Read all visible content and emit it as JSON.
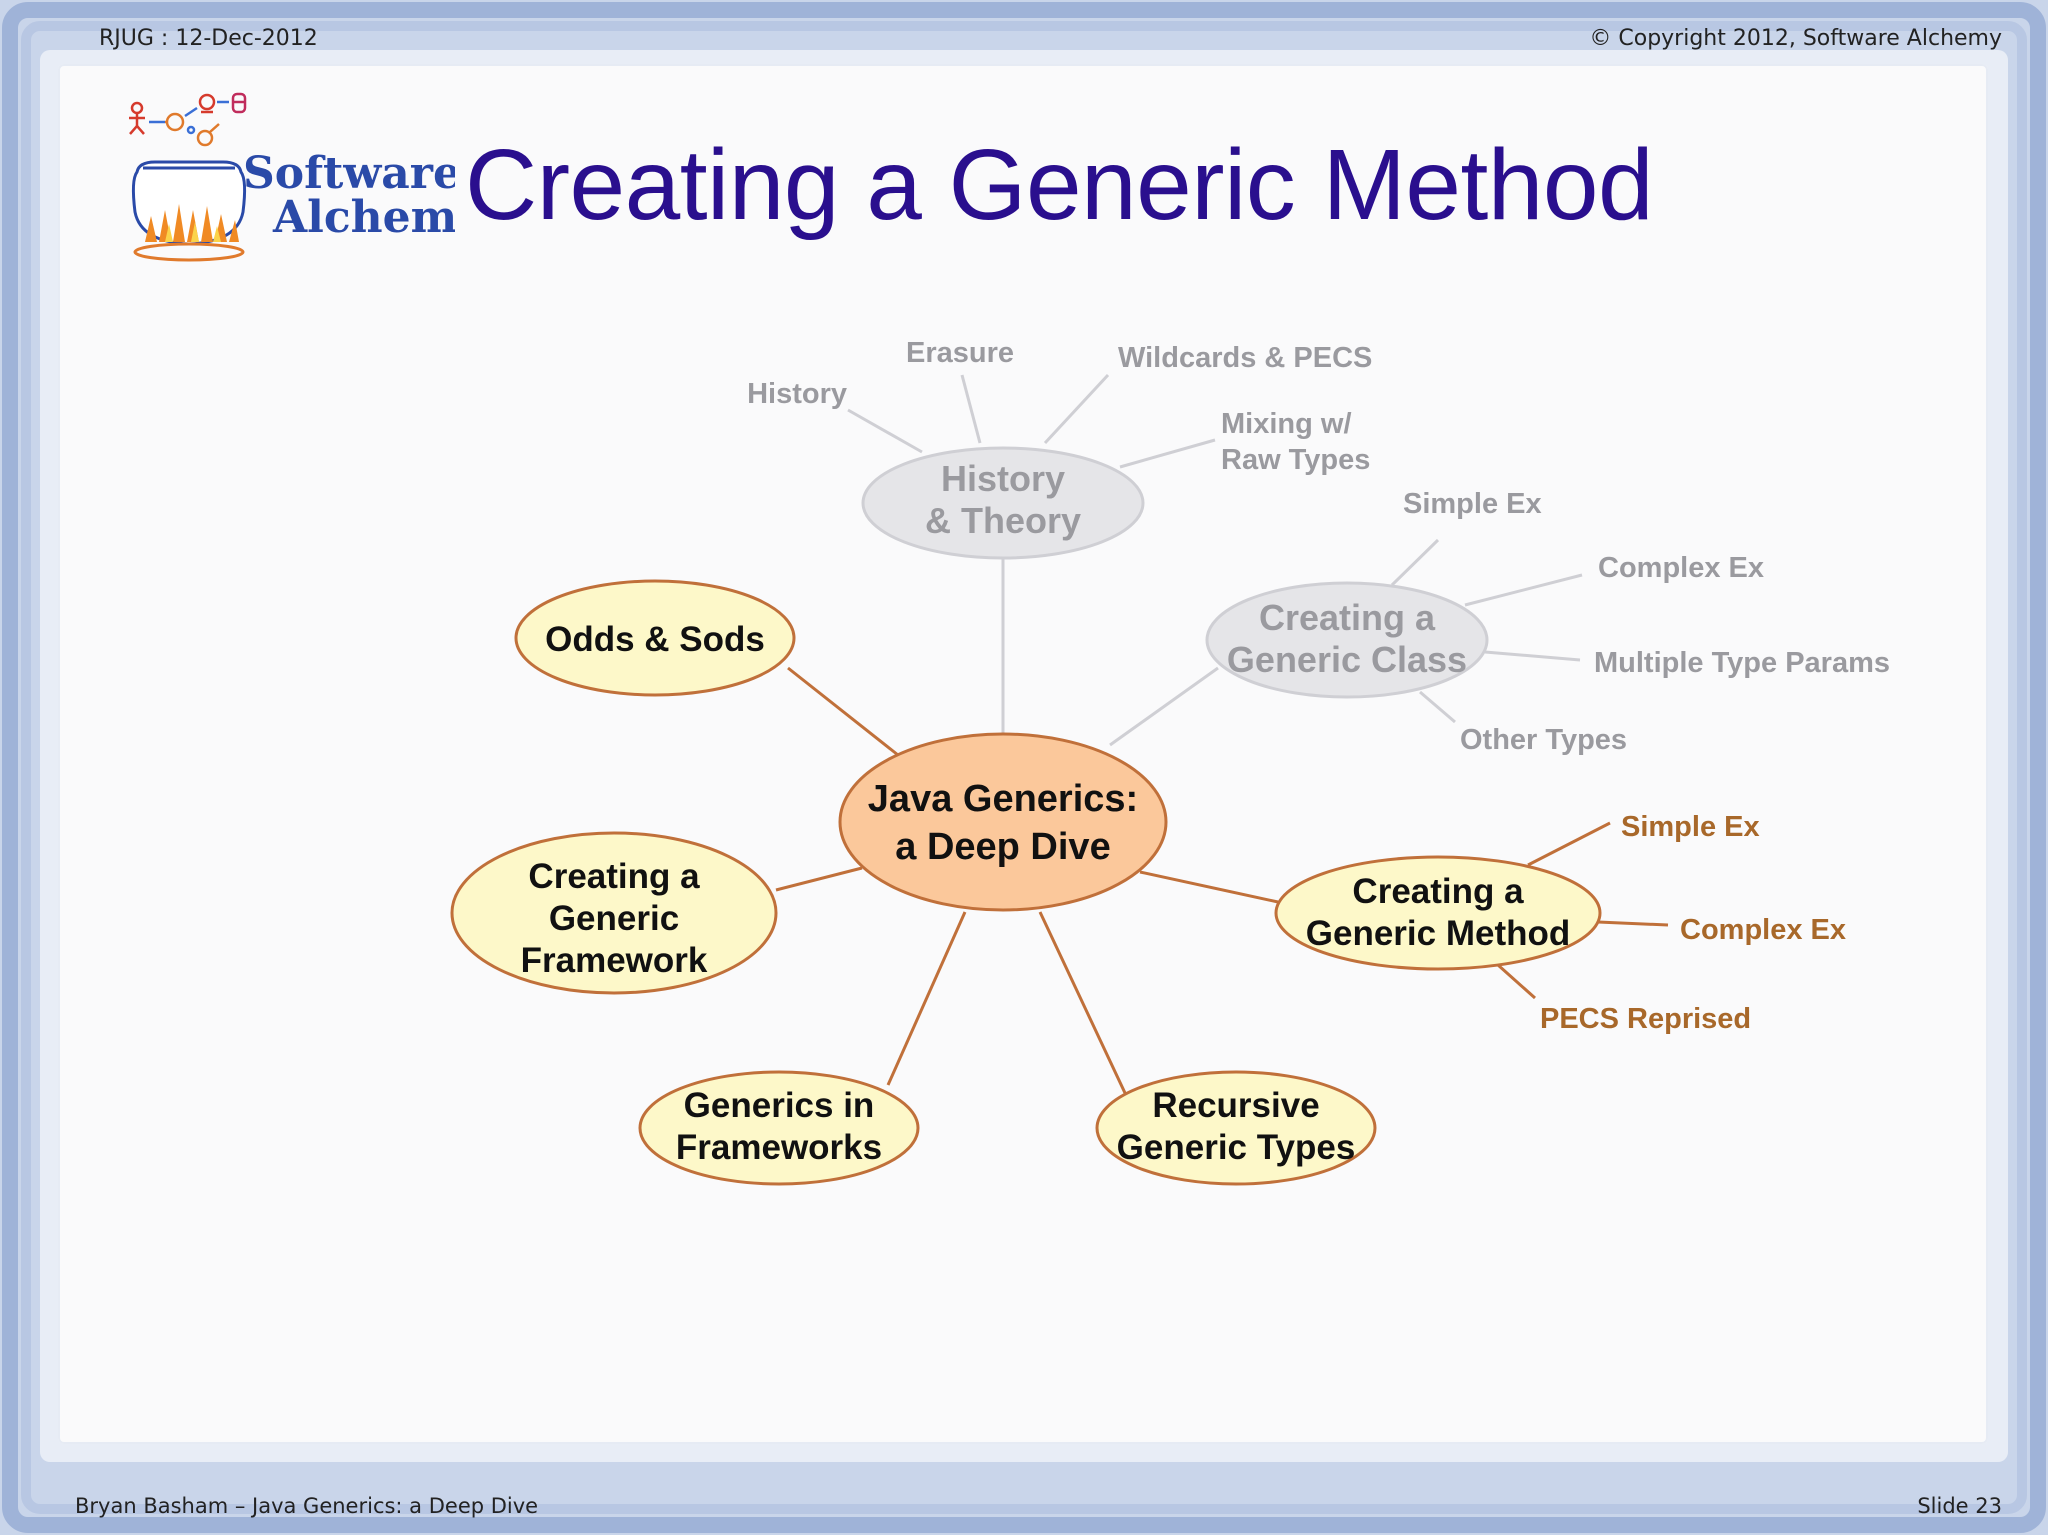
{
  "header": {
    "left": "RJUG : 12-Dec-2012",
    "right": "© Copyright 2012, Software Alchemy"
  },
  "footer": {
    "left": "Bryan Basham – Java Generics: a Deep Dive",
    "right": "Slide 23"
  },
  "logo": {
    "line1": "Software",
    "line2": "Alchemy"
  },
  "title": "Creating a Generic Method",
  "colors": {
    "title": "#2a0f8e",
    "center_fill": "#fbc89b",
    "active_fill": "#fdf8c9",
    "active_stroke": "#c0703a",
    "active_leaf_text": "#a8682a",
    "muted_fill": "#e5e5e8",
    "muted_stroke": "#cfcfd4",
    "muted_text": "#9a9a9f"
  },
  "mindmap": {
    "center": {
      "line1": "Java Generics:",
      "line2": "a Deep Dive"
    },
    "history_theory": {
      "line1": "History",
      "line2": "& Theory",
      "leaves": {
        "history": "History",
        "erasure": "Erasure",
        "wildcards": "Wildcards & PECS",
        "mixing1": "Mixing w/",
        "mixing2": "Raw Types"
      }
    },
    "generic_class": {
      "line1": "Creating a",
      "line2": "Generic Class",
      "leaves": {
        "simple": "Simple Ex",
        "complex": "Complex Ex",
        "multiple": "Multiple Type Params",
        "other": "Other Types"
      }
    },
    "generic_method": {
      "line1": "Creating a",
      "line2": "Generic Method",
      "leaves": {
        "simple": "Simple Ex",
        "complex": "Complex Ex",
        "pecs": "PECS Reprised"
      }
    },
    "odds": {
      "line1": "Odds & Sods"
    },
    "framework": {
      "line1": "Creating a",
      "line2": "Generic",
      "line3": "Framework"
    },
    "frameworks": {
      "line1": "Generics in",
      "line2": "Frameworks"
    },
    "recursive": {
      "line1": "Recursive",
      "line2": "Generic Types"
    }
  }
}
